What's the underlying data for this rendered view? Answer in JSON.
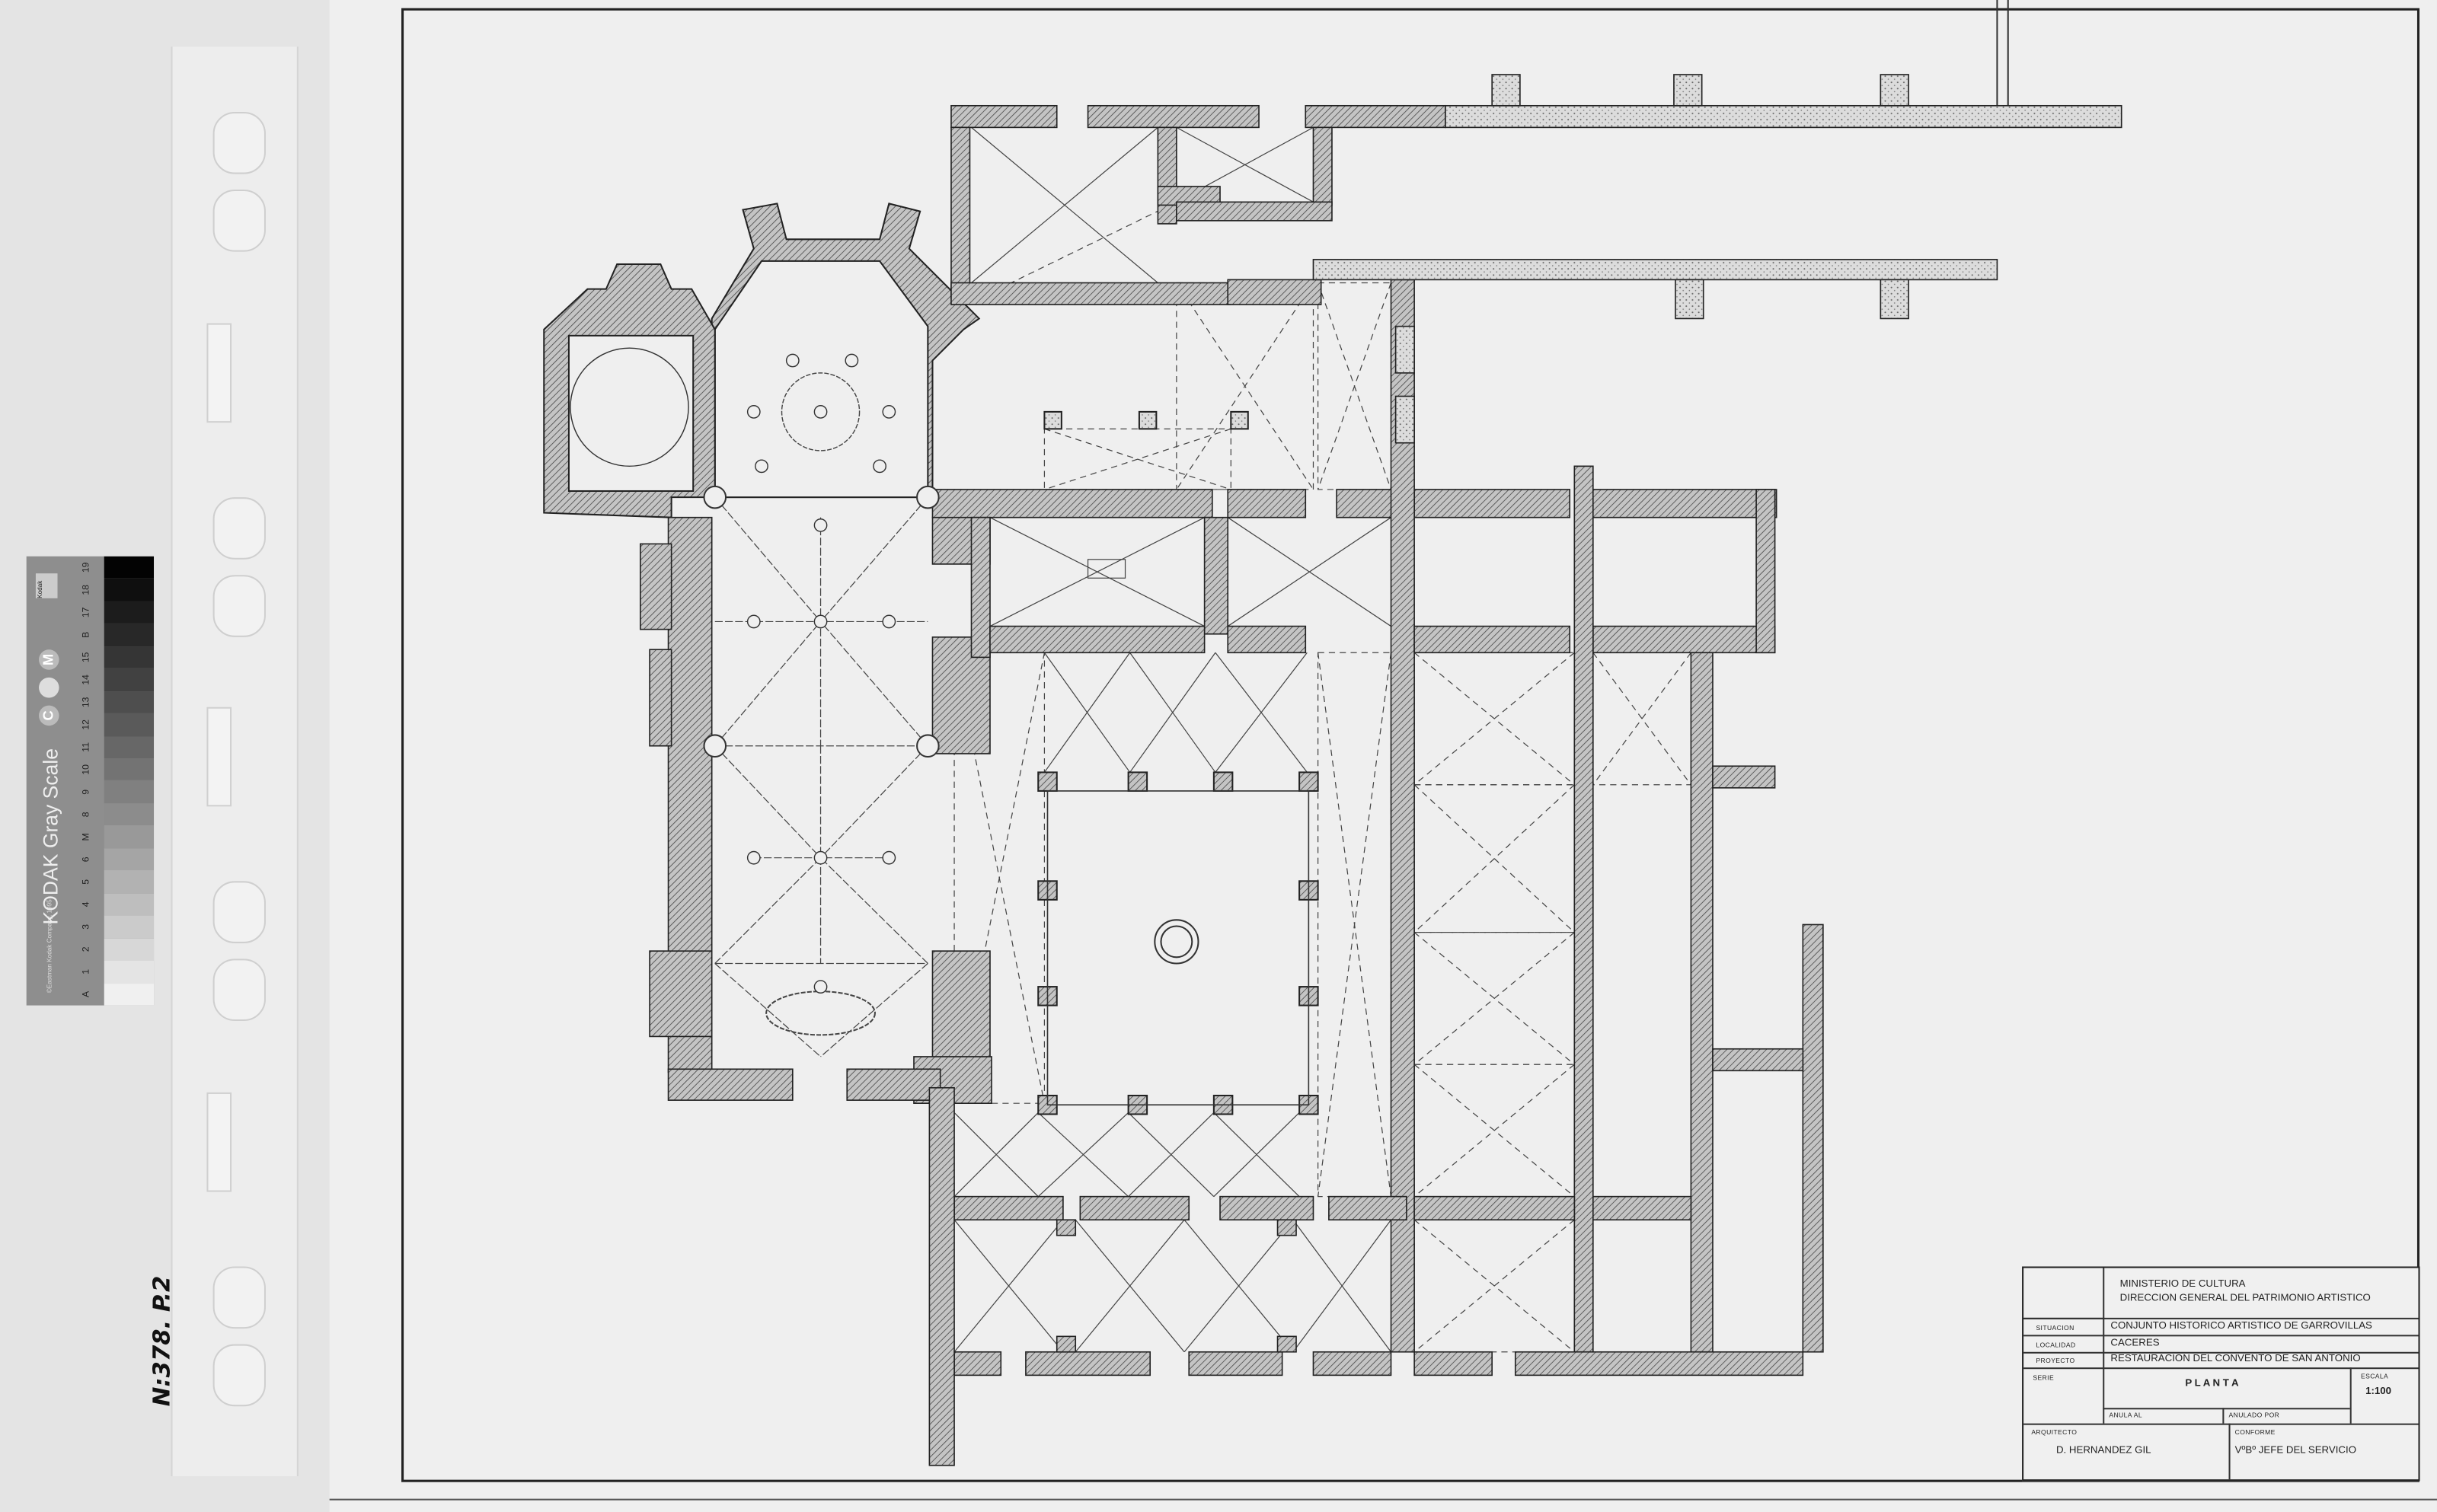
{
  "kodak_scale": {
    "title": "KODAK Gray Scale",
    "copyright": "©Eastman Kodak Company, 1995",
    "badges": [
      "C",
      "M"
    ],
    "logo": "Kodak",
    "patches": [
      "A",
      "1",
      "2",
      "3",
      "4",
      "5",
      "6",
      "M",
      "8",
      "9",
      "10",
      "11",
      "12",
      "13",
      "14",
      "15",
      "B",
      "17",
      "18",
      "19"
    ]
  },
  "handwritten_note": "N:378. P.2",
  "title_block": {
    "ministry_line1": "MINISTERIO  DE  CULTURA",
    "ministry_line2": "DIRECCION  GENERAL DEL PATRIMONIO  ARTISTICO",
    "situacion_label": "SITUACION",
    "situacion_value": "CONJUNTO  HISTORICO  ARTISTICO  DE  GARROVILLAS",
    "localidad_label": "LOCALIDAD",
    "localidad_value": "CACERES",
    "proyecto_label": "PROYECTO",
    "proyecto_value": "RESTAURACION  DEL  CONVENTO  DE  SAN  ANTONIO",
    "serie_label": "SERIE",
    "sheet_title": "P L A N T A",
    "escala_label": "ESCALA",
    "escala_value": "1:100",
    "anula_al_label": "ANULA  AL",
    "anulado_por_label": "ANULADO  POR",
    "arquitecto_label": "ARQUITECTO",
    "arquitecto_value": "D.  HERNANDEZ  GIL",
    "conforme_label": "CONFORME",
    "conforme_value": "VºBº  JEFE  DEL  SERVICIO"
  },
  "colors": {
    "paper": "#efefef",
    "wall_hatch": "#b9b9b9",
    "line": "#333333"
  }
}
